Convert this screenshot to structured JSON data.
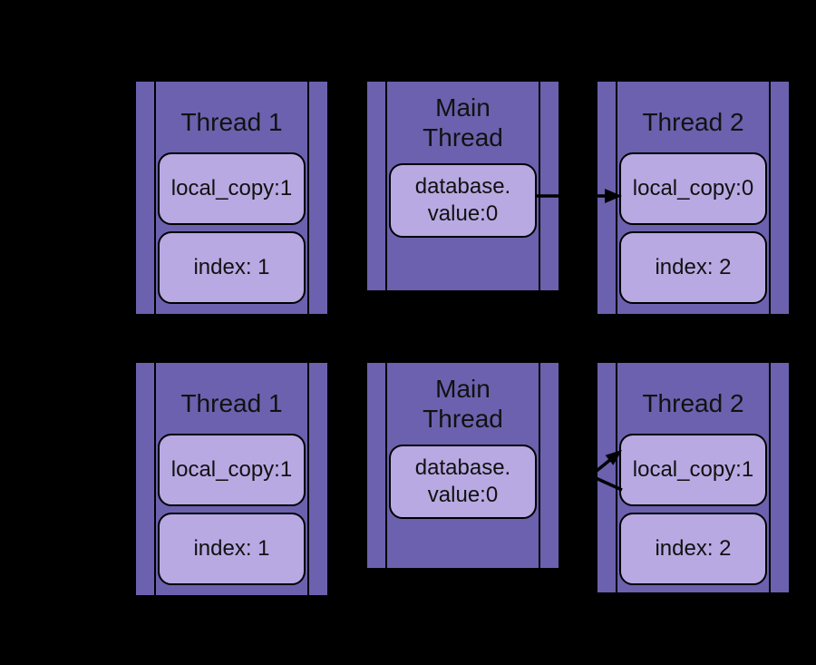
{
  "diagram": {
    "kind": "thread-race-condition-diagram",
    "colors": {
      "background": "#000000",
      "panel_fill": "#6C61AE",
      "cell_fill": "#B8A9E2",
      "line": "#000000",
      "text": "#111111"
    },
    "rows": [
      {
        "panels": [
          {
            "title": "Thread 1",
            "cells": [
              "local_copy:1",
              "index: 1"
            ]
          },
          {
            "title": "Main\nThread",
            "cells": [
              "database.\nvalue:0"
            ]
          },
          {
            "title": "Thread 2",
            "cells": [
              "local_copy:0",
              "index: 2"
            ]
          }
        ],
        "arrows": [
          {
            "description": "horizontal arrow from database.value:0 into Thread 2 local_copy:0"
          }
        ]
      },
      {
        "panels": [
          {
            "title": "Thread 1",
            "cells": [
              "local_copy:1",
              "index: 1"
            ]
          },
          {
            "title": "Main\nThread",
            "cells": [
              "database.\nvalue:0"
            ]
          },
          {
            "title": "Thread 2",
            "cells": [
              "local_copy:1",
              "index: 2"
            ]
          }
        ],
        "arrows": [
          {
            "description": "diagonal arrow pointing into Thread 2 local_copy:1"
          },
          {
            "description": "diagonal line leaving Thread 2 local_copy:1 toward lower-left"
          }
        ]
      }
    ]
  }
}
